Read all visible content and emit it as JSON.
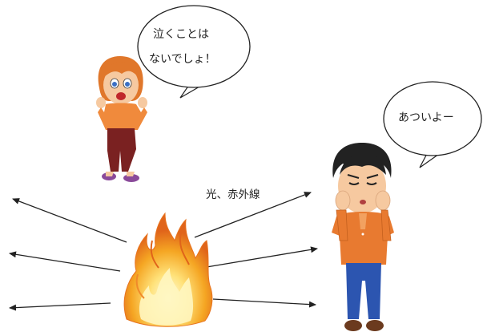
{
  "speech_bubbles": {
    "girl": {
      "line1": "泣くことは",
      "line2": "ないでしょ！"
    },
    "boy": {
      "text": "あついよー"
    }
  },
  "arrow_label": "光、赤外線",
  "colors": {
    "girl_shirt": "#f08a3c",
    "girl_pants": "#7a2121",
    "boy_shirt": "#e87a30",
    "boy_pants": "#2c55b0",
    "skin": "#f6c9a0",
    "flame_outer": "#f0a020",
    "flame_inner": "#fff2a8"
  },
  "icons": [
    "girl-figure",
    "boy-figure",
    "fire-icon",
    "arrow"
  ]
}
